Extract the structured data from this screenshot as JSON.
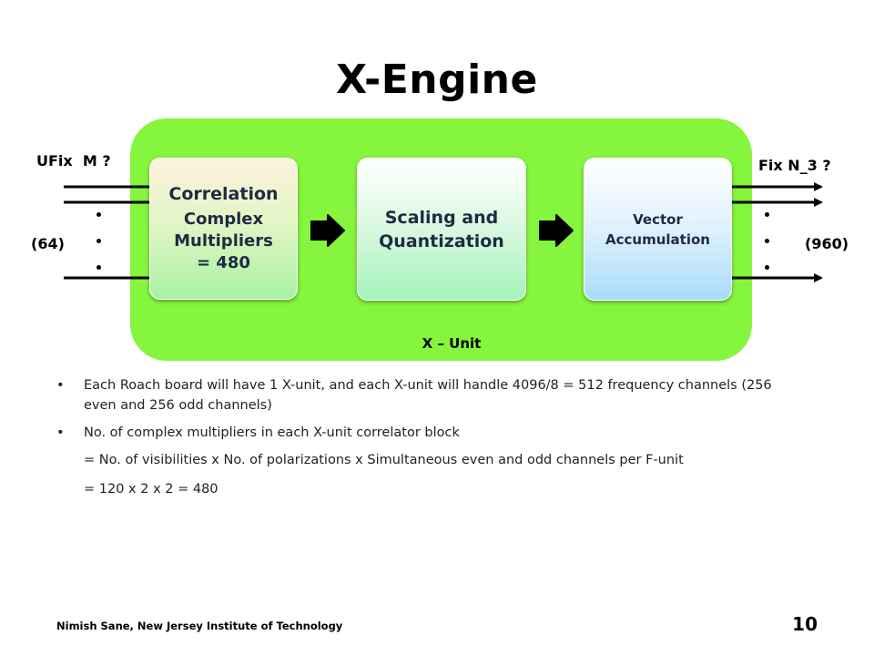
{
  "slide": {
    "title": "X-Engine",
    "unit_label": "X – Unit",
    "blocks": {
      "correlation": {
        "heading": "Correlation",
        "body_line1": "Complex",
        "body_line2": "Multipliers",
        "body_line3": "= 480"
      },
      "scaling": {
        "line1": "Scaling and",
        "line2": "Quantization"
      },
      "accumulation": {
        "line1": "Vector",
        "line2": "Accumulation"
      }
    },
    "inputs": {
      "type_label": "UFix  M ?",
      "count_label": "(64)"
    },
    "outputs": {
      "type_label": "Fix N_3 ?",
      "count_label": "(960)"
    },
    "bullets": [
      "Each Roach board will have 1 X-unit, and each X-unit will handle 4096/8 = 512 frequency channels (256 even and 256 odd channels)",
      "No. of complex multipliers in each X-unit correlator block"
    ],
    "continuation_lines": [
      "= No. of visibilities x No. of polarizations x Simultaneous even and odd channels per F-unit",
      "= 120 x 2 x 2 = 480"
    ],
    "footer": "Nimish Sane,  New Jersey Institute of Technology",
    "page_number": "10"
  },
  "colors": {
    "unit_background": "#85f53d",
    "block_text": "#1f2a44",
    "arrows": "#000000"
  }
}
